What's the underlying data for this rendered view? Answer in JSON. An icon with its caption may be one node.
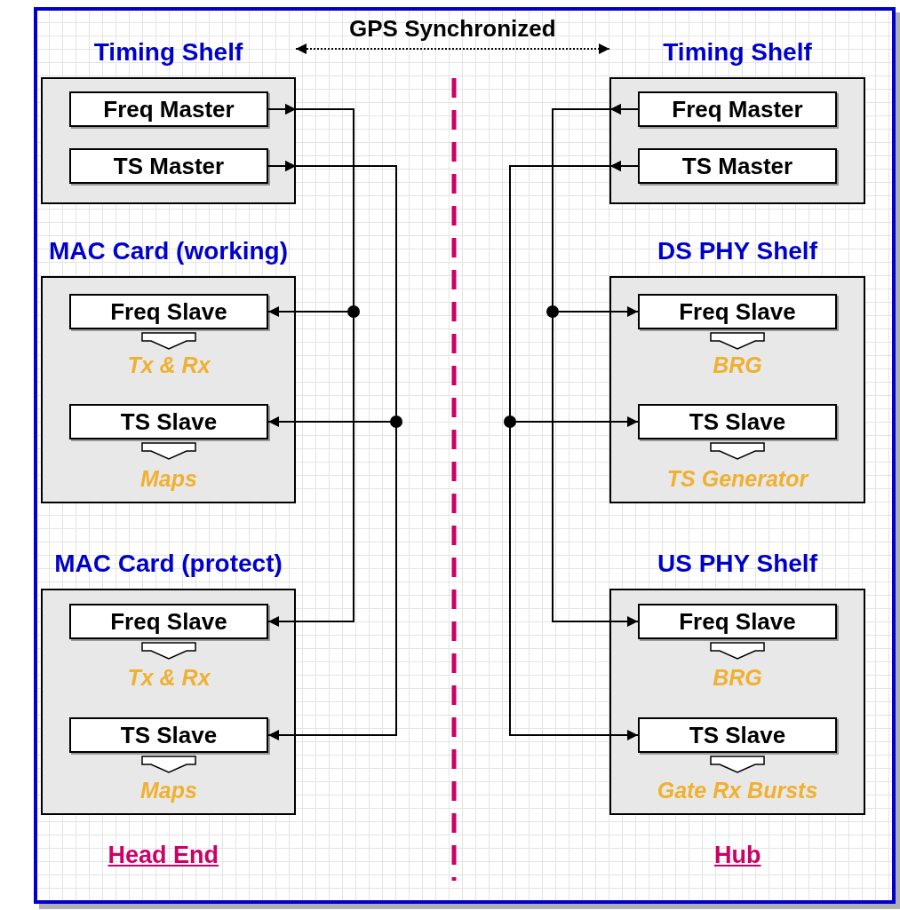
{
  "diagram": {
    "nodes": [
      {
        "text": [
          "Timing Shelf"
        ]
      },
      {
        "text": [
          "Freq Master"
        ],
        "in": 0
      },
      {
        "text": [
          "TS Master"
        ],
        "in": 0
      },
      {
        "text": [
          "MAC Card (working)"
        ]
      },
      {
        "text": [
          "Freq Slave"
        ],
        "in": 3
      },
      {
        "text": [
          "Tx & Rx"
        ],
        "in": 3
      },
      {
        "text": [
          "TS Slave"
        ],
        "in": 3
      },
      {
        "text": [
          "Maps"
        ],
        "in": 3
      },
      {
        "text": [
          "MAC Card (protect)"
        ]
      },
      {
        "text": [
          "Freq Slave"
        ],
        "in": 8
      },
      {
        "text": [
          "Tx & Rx"
        ],
        "in": 8
      },
      {
        "text": [
          "TS Slave"
        ],
        "in": 8
      },
      {
        "text": [
          "Maps"
        ],
        "in": 8
      },
      {
        "text": [
          "Timing Shelf"
        ]
      },
      {
        "text": [
          "Freq Master"
        ],
        "in": 13
      },
      {
        "text": [
          "TS Master"
        ],
        "in": 13
      },
      {
        "text": [
          "DS PHY Shelf"
        ]
      },
      {
        "text": [
          "Freq Slave"
        ],
        "in": 16
      },
      {
        "text": [
          "BRG"
        ],
        "in": 16
      },
      {
        "text": [
          "TS Slave"
        ],
        "in": 16
      },
      {
        "text": [
          "TS Generator"
        ],
        "in": 16
      },
      {
        "text": [
          "US PHY Shelf"
        ]
      },
      {
        "text": [
          "Freq Slave"
        ],
        "in": 21
      },
      {
        "text": [
          "BRG"
        ],
        "in": 21
      },
      {
        "text": [
          "TS Slave"
        ],
        "in": 21
      },
      {
        "text": [
          "Gate Rx Bursts"
        ],
        "in": 21
      }
    ],
    "edges": [
      {
        "from": 0,
        "to": 13,
        "arrow": "both",
        "label": "GPS Synchronized",
        "style": "dashed"
      },
      {
        "from": 1,
        "to": 4,
        "arrow": "to"
      },
      {
        "from": 1,
        "to": 9,
        "arrow": "to"
      },
      {
        "from": 2,
        "to": 6,
        "arrow": "to"
      },
      {
        "from": 2,
        "to": 11,
        "arrow": "to"
      },
      {
        "from": 14,
        "to": 17,
        "arrow": "to"
      },
      {
        "from": 14,
        "to": 22,
        "arrow": "to"
      },
      {
        "from": 15,
        "to": 19,
        "arrow": "to"
      },
      {
        "from": 15,
        "to": 24,
        "arrow": "to"
      },
      {
        "from": 4,
        "to": 5,
        "arrow": "to"
      },
      {
        "from": 6,
        "to": 7,
        "arrow": "to"
      },
      {
        "from": 9,
        "to": 10,
        "arrow": "to"
      },
      {
        "from": 11,
        "to": 12,
        "arrow": "to"
      },
      {
        "from": 17,
        "to": 18,
        "arrow": "to"
      },
      {
        "from": 19,
        "to": 20,
        "arrow": "to"
      },
      {
        "from": 22,
        "to": 23,
        "arrow": "to"
      },
      {
        "from": 24,
        "to": 25,
        "arrow": "to"
      }
    ],
    "labels": [
      "Head End",
      "Hub"
    ]
  }
}
